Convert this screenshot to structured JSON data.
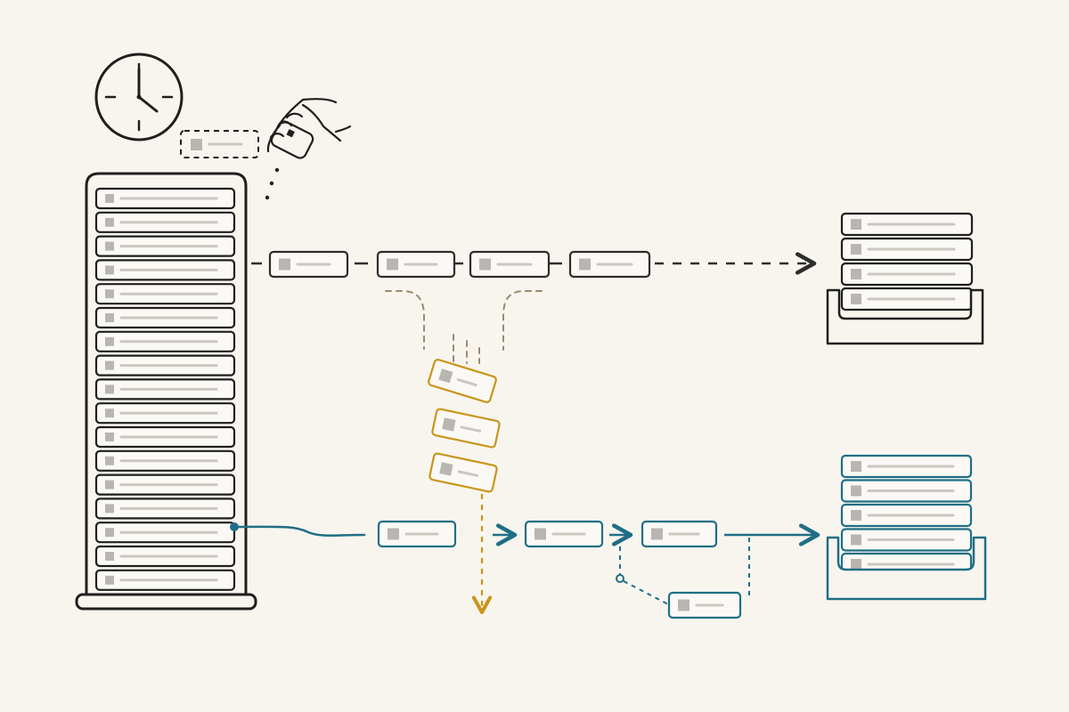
{
  "diagram": {
    "icons": [
      "clock-icon",
      "hand-holding-card-icon",
      "server-rack-icon",
      "output-tray-icon"
    ],
    "colors": {
      "background": "#f8f5ef",
      "ink": "#1f1f1f",
      "dark_path": "#2d2d2d",
      "dropped": "#c9951a",
      "dropped_guide": "#9a8a70",
      "recovered": "#1f6f86",
      "card_placeholder": "#b9b6b1",
      "card_line": "#cbc7c0",
      "card_fill": "#fbf9f5"
    },
    "elements": {
      "rack_slots": 17,
      "top_pipeline_cards": 4,
      "falling_cards": 3,
      "bottom_pipeline_cards": 3,
      "side_card": 1,
      "top_tray_cards": 4,
      "bottom_tray_cards": 5
    }
  }
}
